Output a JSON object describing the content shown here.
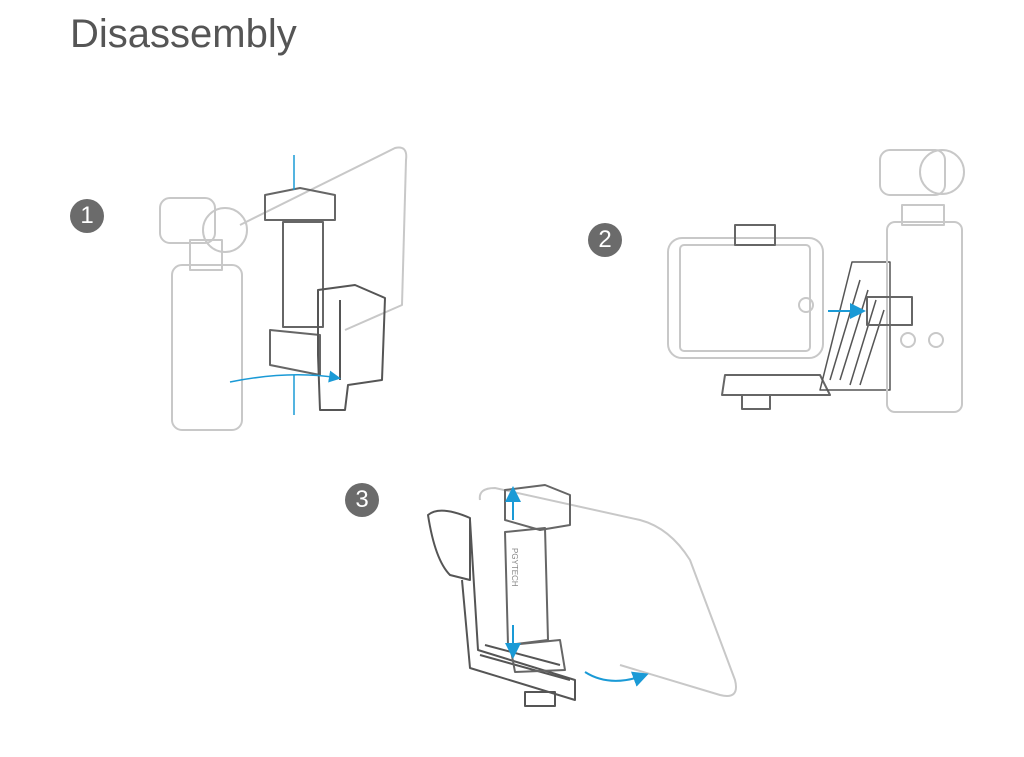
{
  "title": "Disassembly",
  "steps": [
    {
      "number": "1"
    },
    {
      "number": "2"
    },
    {
      "number": "3"
    }
  ],
  "logo_text": "PGYTECH",
  "colors": {
    "arrow": "#1a9ad6",
    "device": "#c4c4c4",
    "bracket": "#555555",
    "step_badge": "#6b6b6b"
  }
}
